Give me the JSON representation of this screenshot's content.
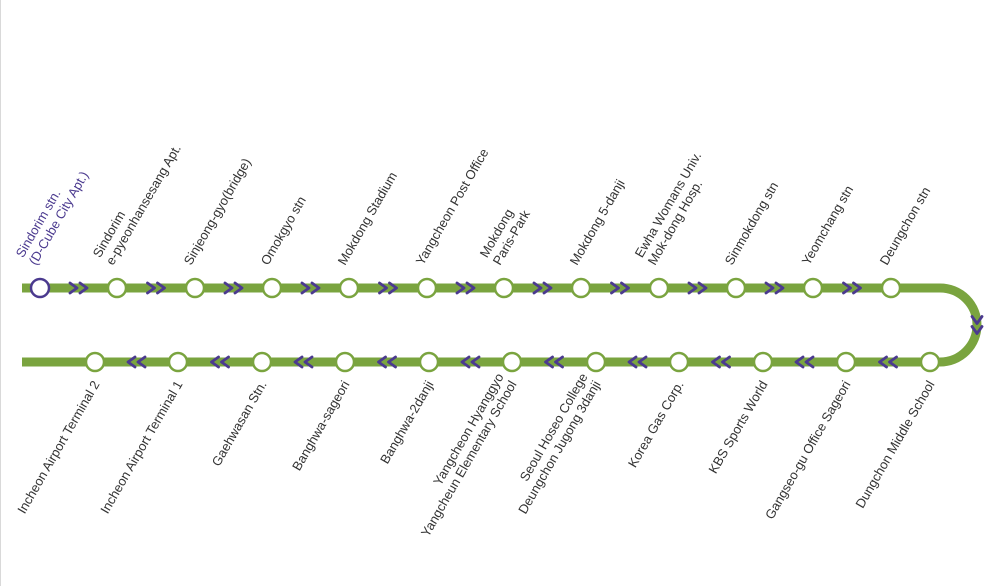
{
  "colors": {
    "line": "#7aa43f",
    "arrow": "#4b3a8f",
    "station_fill": "#ffffff",
    "station_stroke": "#7aa43f",
    "start_stroke": "#4b3a8f",
    "label": "#333333",
    "start_label": "#4b3a8f"
  },
  "route": {
    "outbound": [
      {
        "lines": [
          "Sindorim stn.",
          "(D-Cube City Apt.)"
        ],
        "start": true
      },
      {
        "lines": [
          "Sindorim",
          "e-pyeonhansesang Apt."
        ]
      },
      {
        "lines": [
          "Sinjeong-gyo(bridge)"
        ]
      },
      {
        "lines": [
          "Omokgyo stn"
        ]
      },
      {
        "lines": [
          "Mokdong Stadium"
        ]
      },
      {
        "lines": [
          "Yangcheon Post Office"
        ]
      },
      {
        "lines": [
          "Mokdong",
          "Paris-Park"
        ]
      },
      {
        "lines": [
          "Mokdong 5-danji"
        ]
      },
      {
        "lines": [
          "Ewha Womans Univ.",
          "Mok-dong Hosp."
        ]
      },
      {
        "lines": [
          "Sinmokdong stn"
        ]
      },
      {
        "lines": [
          "Yeomchang stn"
        ]
      },
      {
        "lines": [
          "Deungchon stn"
        ]
      }
    ],
    "inbound": [
      {
        "lines": [
          "Incheon Airport Terminal 2"
        ]
      },
      {
        "lines": [
          "Incheon Airport Terminal 1"
        ]
      },
      {
        "lines": [
          "Gaehwasan Stn."
        ]
      },
      {
        "lines": [
          "Banghwa-sageori"
        ]
      },
      {
        "lines": [
          "Banghwa-2danji"
        ]
      },
      {
        "lines": [
          "Yangcheon Hyanggyo",
          "Yangcheun Elementary School"
        ]
      },
      {
        "lines": [
          "Seoul Hoseo College",
          "Deungchon Jugong 3danji"
        ]
      },
      {
        "lines": [
          "Korea Gas Corp."
        ]
      },
      {
        "lines": [
          "KBS Sports World"
        ]
      },
      {
        "lines": [
          "Gangseo-gu Office Sageori"
        ]
      },
      {
        "lines": [
          "Dungchon Middle School"
        ]
      }
    ]
  }
}
